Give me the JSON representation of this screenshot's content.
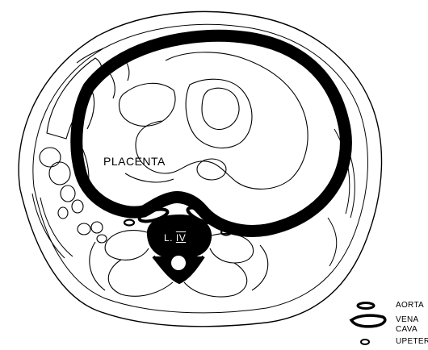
{
  "labels": {
    "placenta": "PLACENTA",
    "vertebra_prefix": "L.",
    "vertebra_roman": "IV"
  },
  "legend": [
    {
      "name": "aorta",
      "label": "AORTA"
    },
    {
      "name": "vena-cava",
      "label": "VENA CAVA"
    },
    {
      "name": "ureter",
      "label": "UPETER"
    }
  ],
  "colors": {
    "ink": "#000000",
    "paper": "#ffffff"
  }
}
